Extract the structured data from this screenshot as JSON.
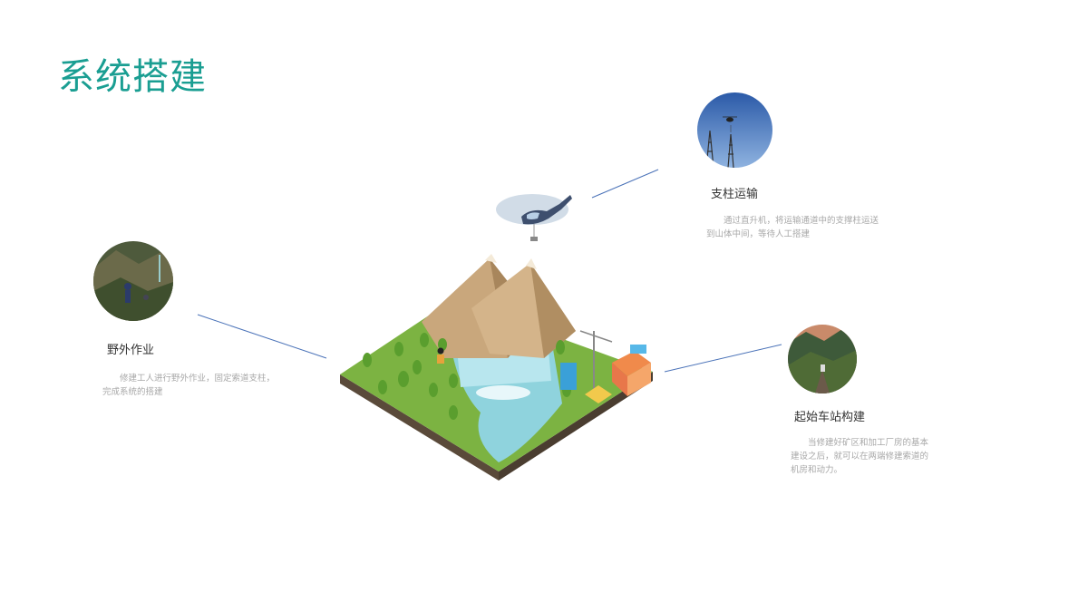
{
  "page": {
    "title": "系统搭建"
  },
  "items": [
    {
      "label": "野外作业",
      "description": "修建工人进行野外作业，固定索道支柱，完成系统的搭建",
      "photo": "field-work-photo"
    },
    {
      "label": "支柱运输",
      "description": "通过直升机，将运输通道中的支撑柱运送到山体中间，等待人工搭建",
      "photo": "helicopter-transport-photo"
    },
    {
      "label": "起始车站构建",
      "description": "当修建好矿区和加工厂房的基本建设之后，就可以在两端修建索道的机房和动力。",
      "photo": "station-construction-photo"
    }
  ],
  "colors": {
    "title": "#1a9e92",
    "connector": "#4a72b8",
    "grass": "#7cb342",
    "water": "#8fd3dd",
    "mountain": "#c9a77c"
  }
}
